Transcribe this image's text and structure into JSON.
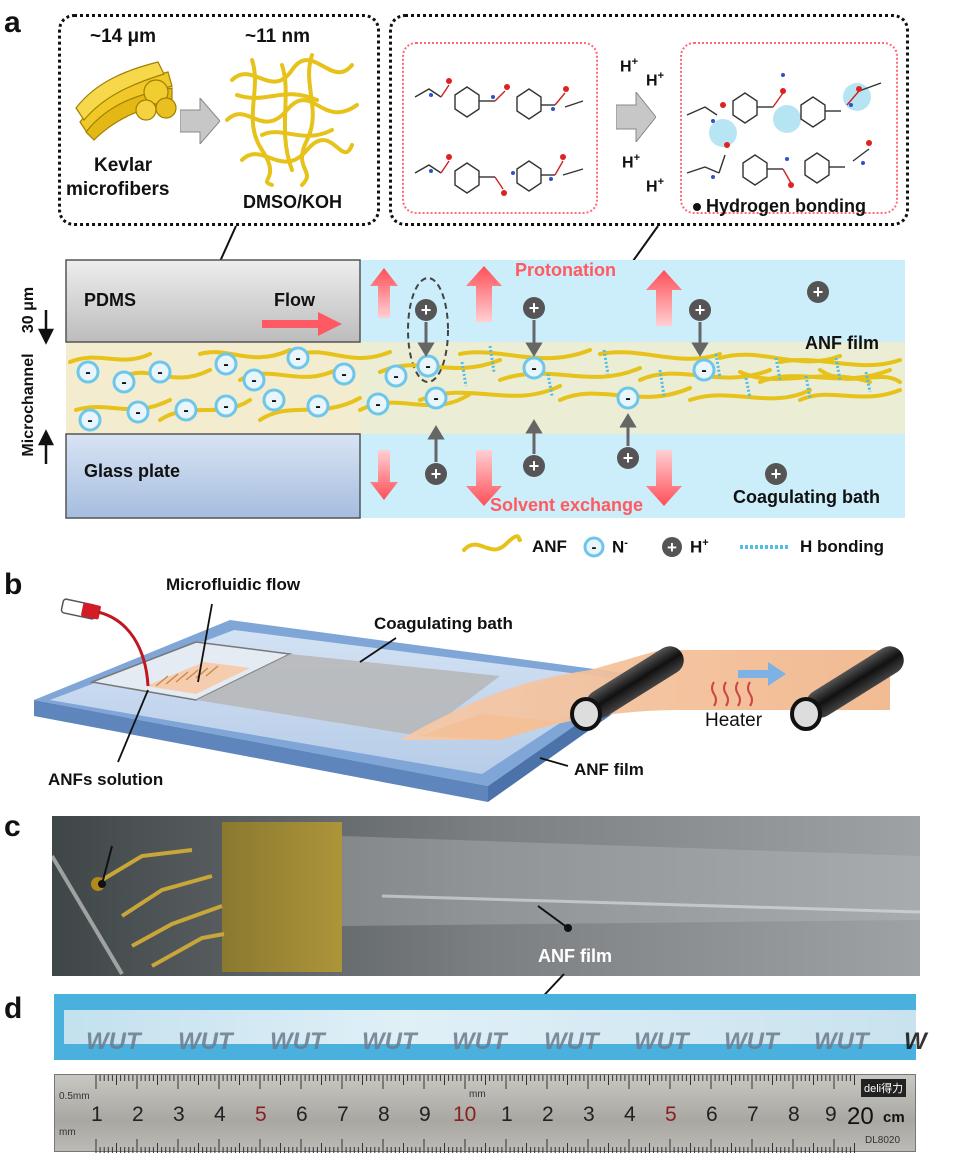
{
  "panels": {
    "a": "a",
    "b": "b",
    "c": "c",
    "d": "d"
  },
  "panel_a": {
    "top_left": {
      "size_micro": "~14 μm",
      "size_nano": "~11 nm",
      "kevlar_label_1": "Kevlar",
      "kevlar_label_2": "microfibers",
      "solvent_label": "DMSO/KOH"
    },
    "top_right": {
      "proton_1": "H",
      "proton_2": "H",
      "proton_3": "H",
      "proton_4": "H",
      "plus": "+",
      "hbond_label": "Hydrogen bonding"
    },
    "channel": {
      "pdms": "PDMS",
      "flow": "Flow",
      "glass": "Glass plate",
      "side_label": "Microchannel",
      "thickness": "30 μm",
      "protonation": "Protonation",
      "solvent_exchange": "Solvent exchange",
      "anf_film": "ANF film",
      "coag_bath": "Coagulating bath"
    },
    "legend": {
      "anf": "ANF",
      "n_minus": "N",
      "n_minus_sup": "-",
      "h_plus": "H",
      "h_plus_sup": "+",
      "h_bonding": "H bonding"
    }
  },
  "panel_b": {
    "microfluidic_flow": "Microfluidic flow",
    "coagulating_bath": "Coagulating bath",
    "heater": "Heater",
    "anfs_solution": "ANFs solution",
    "anf_film": "ANF film"
  },
  "panel_c": {
    "anf_film": "ANF film"
  },
  "panel_d": {
    "wut": [
      "WUT",
      "WUT",
      "WUT",
      "WUT",
      "WUT",
      "WUT",
      "WUT",
      "WUT",
      "WUT",
      "W"
    ],
    "ruler_numbers": [
      "1",
      "2",
      "3",
      "4",
      "5",
      "6",
      "7",
      "8",
      "9",
      "10",
      "1",
      "2",
      "3",
      "4",
      "5",
      "6",
      "7",
      "8",
      "9",
      "20"
    ],
    "unit": "cm",
    "half_mm": "0.5mm",
    "mm": "mm",
    "brand": "deli得力",
    "model": "DL8020"
  },
  "colors": {
    "fiber": "#e6c21a",
    "pink_arrow": "#ff6b73",
    "light_blue": "#cbeefa",
    "n_minus_ring": "#6ec6ea"
  }
}
